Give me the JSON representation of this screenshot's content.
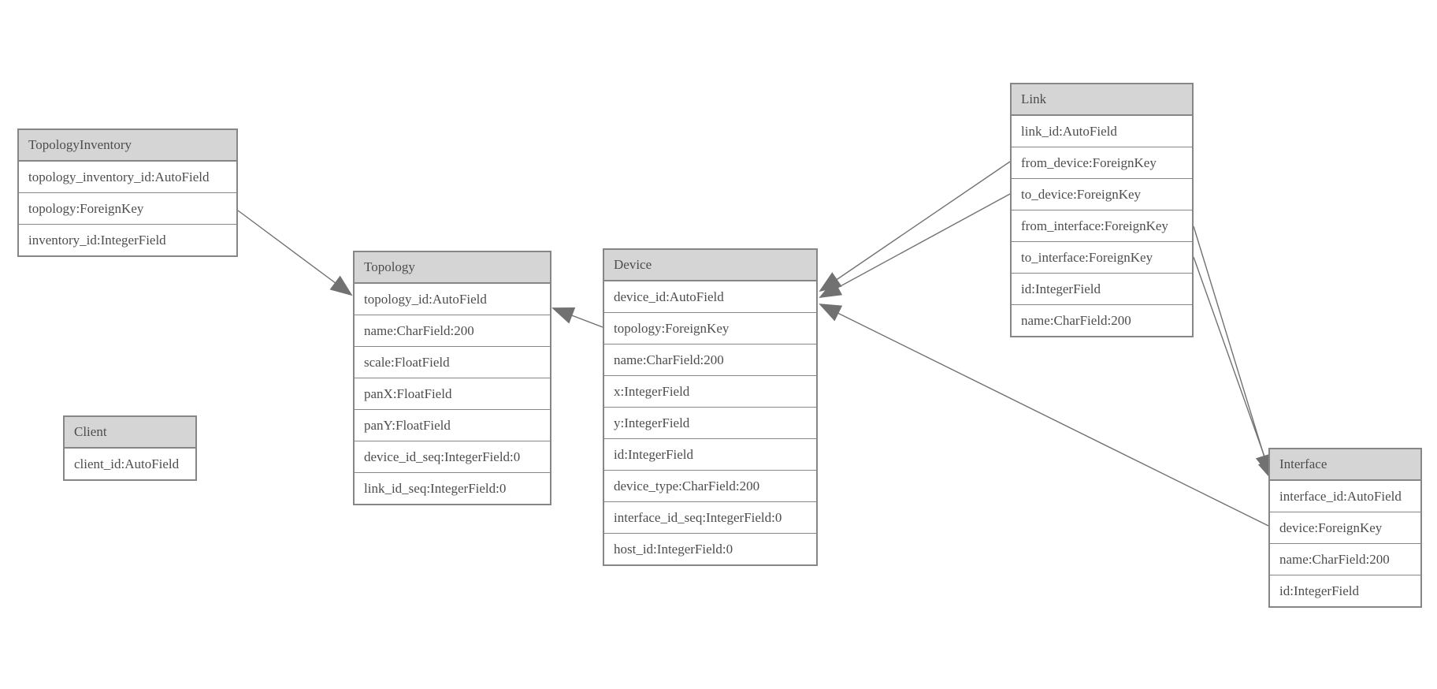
{
  "entities": [
    {
      "name": "TopologyInventory",
      "fields": [
        "topology_inventory_id:AutoField",
        "topology:ForeignKey",
        "inventory_id:IntegerField"
      ]
    },
    {
      "name": "Topology",
      "fields": [
        "topology_id:AutoField",
        "name:CharField:200",
        "scale:FloatField",
        "panX:FloatField",
        "panY:FloatField",
        "device_id_seq:IntegerField:0",
        "link_id_seq:IntegerField:0"
      ]
    },
    {
      "name": "Client",
      "fields": [
        "client_id:AutoField"
      ]
    },
    {
      "name": "Device",
      "fields": [
        "device_id:AutoField",
        "topology:ForeignKey",
        "name:CharField:200",
        "x:IntegerField",
        "y:IntegerField",
        "id:IntegerField",
        "device_type:CharField:200",
        "interface_id_seq:IntegerField:0",
        "host_id:IntegerField:0"
      ]
    },
    {
      "name": "Link",
      "fields": [
        "link_id:AutoField",
        "from_device:ForeignKey",
        "to_device:ForeignKey",
        "from_interface:ForeignKey",
        "to_interface:ForeignKey",
        "id:IntegerField",
        "name:CharField:200"
      ]
    },
    {
      "name": "Interface",
      "fields": [
        "interface_id:AutoField",
        "device:ForeignKey",
        "name:CharField:200",
        "id:IntegerField"
      ]
    }
  ],
  "relationships": [
    {
      "from": "TopologyInventory.topology",
      "to": "Topology"
    },
    {
      "from": "Device.topology",
      "to": "Topology"
    },
    {
      "from": "Link.from_device",
      "to": "Device"
    },
    {
      "from": "Link.to_device",
      "to": "Device"
    },
    {
      "from": "Link.from_interface",
      "to": "Interface"
    },
    {
      "from": "Link.to_interface",
      "to": "Interface"
    },
    {
      "from": "Interface.device",
      "to": "Device"
    }
  ],
  "colors": {
    "header_fill": "#d5d5d5",
    "border": "#868686",
    "edge": "#717171",
    "text": "#4d4d4d",
    "background": "#ffffff"
  }
}
